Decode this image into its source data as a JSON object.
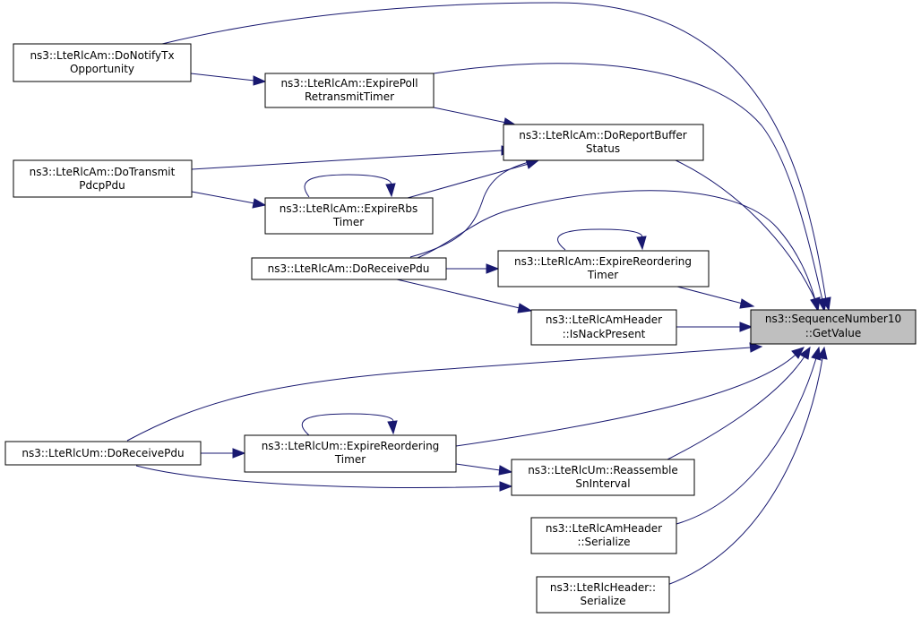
{
  "graph": {
    "nodes": {
      "target": {
        "lines": [
          "ns3::SequenceNumber10",
          "::GetValue"
        ]
      },
      "doNotifyTx": {
        "lines": [
          "ns3::LteRlcAm::DoNotifyTx",
          "Opportunity"
        ]
      },
      "expirePoll": {
        "lines": [
          "ns3::LteRlcAm::ExpirePoll",
          "RetransmitTimer"
        ]
      },
      "doReportBuffer": {
        "lines": [
          "ns3::LteRlcAm::DoReportBuffer",
          "Status"
        ]
      },
      "doTransmit": {
        "lines": [
          "ns3::LteRlcAm::DoTransmit",
          "PdcpPdu"
        ]
      },
      "expireRbs": {
        "lines": [
          "ns3::LteRlcAm::ExpireRbs",
          "Timer"
        ]
      },
      "amDoReceive": {
        "lines": [
          "ns3::LteRlcAm::DoReceivePdu"
        ]
      },
      "amExpireReordering": {
        "lines": [
          "ns3::LteRlcAm::ExpireReordering",
          "Timer"
        ]
      },
      "isNackPresent": {
        "lines": [
          "ns3::LteRlcAmHeader",
          "::IsNackPresent"
        ]
      },
      "umDoReceive": {
        "lines": [
          "ns3::LteRlcUm::DoReceivePdu"
        ]
      },
      "umExpireReordering": {
        "lines": [
          "ns3::LteRlcUm::ExpireReordering",
          "Timer"
        ]
      },
      "reassemble": {
        "lines": [
          "ns3::LteRlcUm::Reassemble",
          "SnInterval"
        ]
      },
      "amHeaderSerialize": {
        "lines": [
          "ns3::LteRlcAmHeader",
          "::Serialize"
        ]
      },
      "headerSerialize": {
        "lines": [
          "ns3::LteRlcHeader::",
          "Serialize"
        ]
      }
    },
    "colors": {
      "edge": "#191970",
      "target_fill": "#bfbfbf",
      "node_fill": "#ffffff"
    }
  }
}
